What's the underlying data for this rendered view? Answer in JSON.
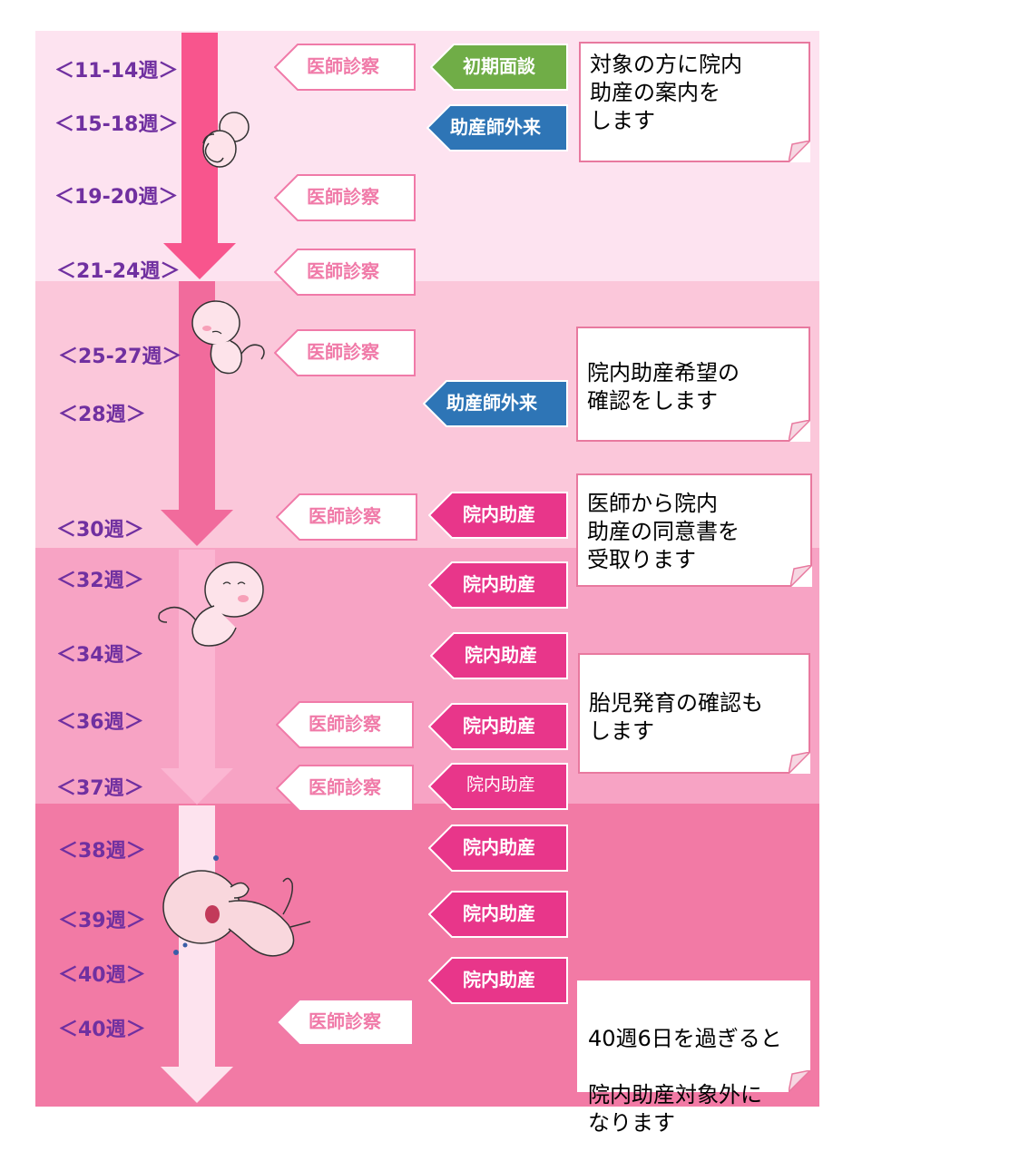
{
  "weeks": {
    "w11_14": "＜11-14週＞",
    "w15_18": "＜15-18週＞",
    "w19_20": "＜19-20週＞",
    "w21_24": "＜21-24週＞",
    "w25_27": "＜25-27週＞",
    "w28": "＜28週＞",
    "w30": "＜30週＞",
    "w32": "＜32週＞",
    "w34": "＜34週＞",
    "w36": "＜36週＞",
    "w37": "＜37週＞",
    "w38": "＜38週＞",
    "w39": "＜39週＞",
    "w40a": "＜40週＞",
    "w40b": "＜40週＞"
  },
  "tags": {
    "doctor": "医師診察",
    "initial_interview": "初期面談",
    "midwife_outpatient": "助産師外来",
    "in_hospital_midwifery": "院内助産"
  },
  "notes": {
    "n1": "対象の方に院内\n助産の案内を\nします",
    "n2": "院内助産希望の\n確認をします",
    "n3": "医師から院内\n助産の同意書を\n受取ります",
    "n4": "胎児発育の確認も\nします",
    "n5_line1": "40週6日を過ぎると",
    "n5_rest": "院内助産対象外に\nなります"
  },
  "colors": {
    "band1": "#fde3f0",
    "band2": "#fbc7da",
    "band3": "#f7a3c4",
    "band4": "#f27aa5",
    "doctor_border": "#f07aa8",
    "initial_green": "#70ad47",
    "midwife_blue": "#2e75b6",
    "in_hospital_pink": "#e8368a",
    "week_text": "#7030a0"
  }
}
